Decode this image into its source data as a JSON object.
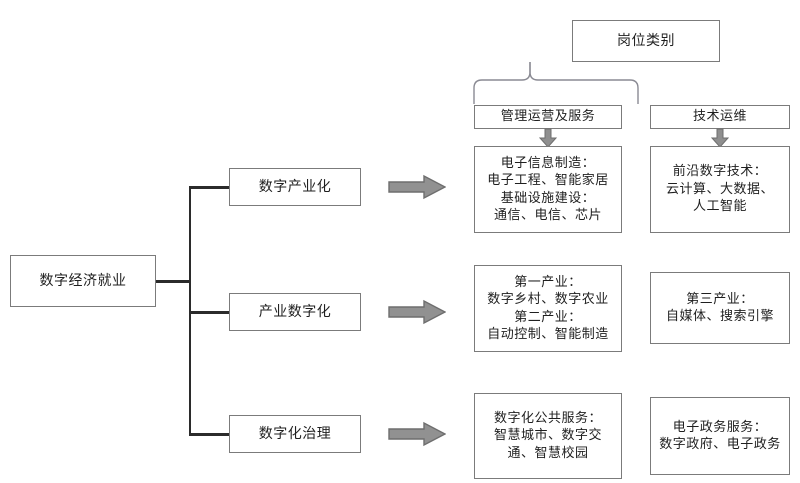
{
  "diagram": {
    "title_semantic": "digital-economy-employment-structure",
    "colors": {
      "box_border": "#7b7b7b",
      "text": "#1f1f1f",
      "connector_dark": "#2b2b2b",
      "connector_thin": "#8a8a93",
      "arrow_fill": "#919191",
      "arrow_stroke": "#6e6e6e",
      "background": "#ffffff"
    },
    "root": {
      "label": "数字经济就业"
    },
    "pillars": [
      {
        "label": "数字产业化"
      },
      {
        "label": "产业数字化"
      },
      {
        "label": "数字化治理"
      }
    ],
    "category": {
      "root_label": "岗位类别",
      "branches": [
        {
          "label": "管理运营及服务"
        },
        {
          "label": "技术运维"
        }
      ]
    },
    "details": {
      "management_column": [
        {
          "lines": [
            "电子信息制造：",
            "电子工程、智能家居",
            "基础设施建设：",
            "通信、电信、芯片"
          ]
        },
        {
          "lines": [
            "第一产业：",
            "数字乡村、数字农业",
            "第二产业：",
            "自动控制、智能制造"
          ]
        },
        {
          "lines": [
            "数字化公共服务：",
            "智慧城市、数字交",
            "通、智慧校园"
          ]
        }
      ],
      "technical_column": [
        {
          "lines": [
            "前沿数字技术：",
            "云计算、大数据、",
            "人工智能"
          ]
        },
        {
          "lines": [
            "第三产业：",
            "自媒体、搜索引擎"
          ]
        },
        {
          "lines": [
            "电子政务服务：",
            "数字政府、电子政务"
          ]
        }
      ]
    },
    "icons": {
      "block_arrow_right": "arrow-right-block-icon",
      "down_arrow": "arrow-down-icon"
    }
  }
}
